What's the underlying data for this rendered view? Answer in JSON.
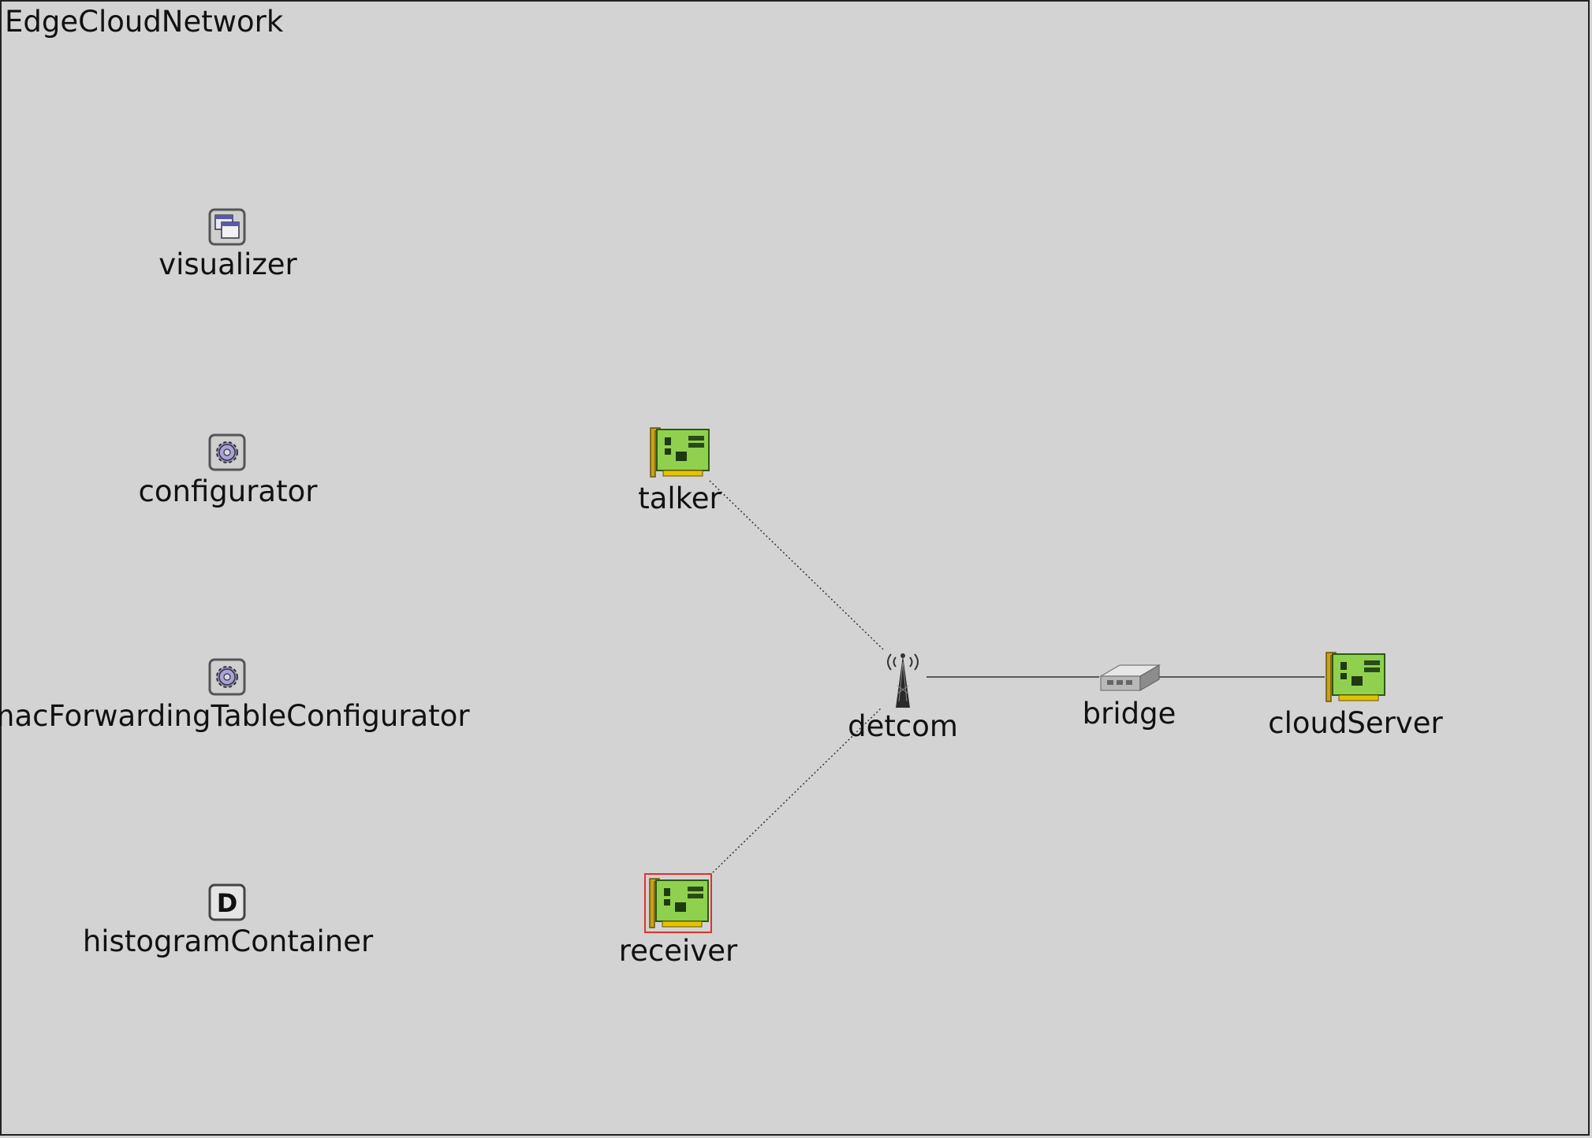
{
  "network": {
    "title": "EdgeCloudNetwork"
  },
  "nodes": {
    "visualizer": {
      "label": "visualizer",
      "icon": "window-module-icon"
    },
    "configurator": {
      "label": "configurator",
      "icon": "gear-module-icon"
    },
    "macForwardingTableConfigurator": {
      "label": "macForwardingTableConfigurator",
      "icon": "gear-module-icon"
    },
    "histogramContainer": {
      "label": "histogramContainer",
      "icon": "d-letter-module-icon"
    },
    "talker": {
      "label": "talker",
      "icon": "network-card-icon"
    },
    "receiver": {
      "label": "receiver",
      "icon": "network-card-icon",
      "selected": true
    },
    "detcom": {
      "label": "detcom",
      "icon": "antenna-tower-icon"
    },
    "bridge": {
      "label": "bridge",
      "icon": "switch-box-icon"
    },
    "cloudServer": {
      "label": "cloudServer",
      "icon": "network-card-icon"
    }
  },
  "links": [
    {
      "from": "talker",
      "to": "detcom",
      "style": "wireless-dotted"
    },
    {
      "from": "receiver",
      "to": "detcom",
      "style": "wireless-dotted"
    },
    {
      "from": "detcom",
      "to": "bridge",
      "style": "wired-solid"
    },
    {
      "from": "bridge",
      "to": "cloudServer",
      "style": "wired-solid"
    }
  ],
  "colors": {
    "background": "#d3d3d3",
    "nic_green": "#8fd14f",
    "selection": "#e03030",
    "link": "#333333"
  }
}
